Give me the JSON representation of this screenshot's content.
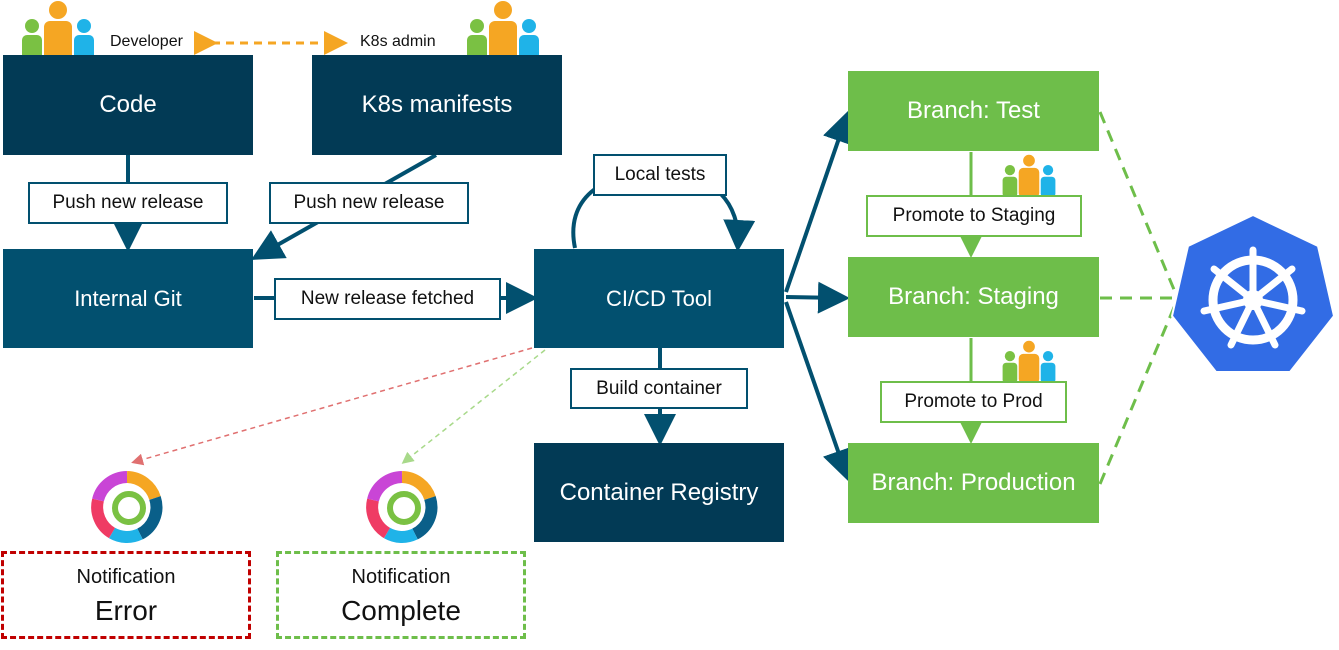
{
  "roles": {
    "developer": "Developer",
    "k8s_admin": "K8s admin"
  },
  "nodes": {
    "code": "Code",
    "k8s_manifests": "K8s manifests",
    "internal_git": "Internal Git",
    "cicd_tool": "CI/CD Tool",
    "container_registry": "Container Registry",
    "branch_test": "Branch: Test",
    "branch_staging": "Branch: Staging",
    "branch_production": "Branch: Production"
  },
  "edge_labels": {
    "push_code": "Push new release",
    "push_manifests": "Push new release",
    "fetched": "New release fetched",
    "local_tests": "Local tests",
    "build": "Build container",
    "promote_staging": "Promote to Staging",
    "promote_prod": "Promote to Prod"
  },
  "notifications": {
    "error": {
      "title": "Notification",
      "status": "Error",
      "color": "#c00000"
    },
    "complete": {
      "title": "Notification",
      "status": "Complete",
      "color": "#6ebe4a"
    }
  },
  "colors": {
    "dark_blue": "#023a55",
    "blue": "#02506f",
    "green": "#6ebe4a",
    "orange": "#f5a623",
    "k8s_blue": "#326ce5",
    "error_red": "#c00000"
  },
  "icons": [
    "people-group-icon",
    "webex-teams-icon",
    "kubernetes-icon"
  ]
}
